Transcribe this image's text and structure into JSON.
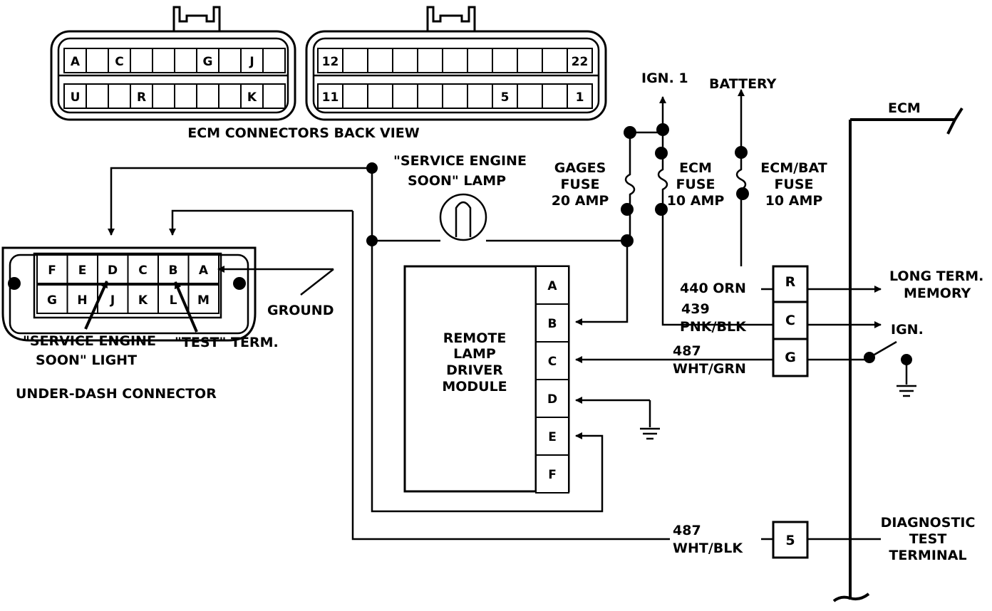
{
  "ecm_connectors": {
    "title": "ECM CONNECTORS BACK VIEW",
    "left": {
      "top_row": [
        "A",
        "",
        "C",
        "",
        "",
        "",
        "G",
        "",
        "J",
        ""
      ],
      "bottom_row": [
        "U",
        "",
        "",
        "R",
        "",
        "",
        "",
        "",
        "K",
        ""
      ]
    },
    "right": {
      "top_row": [
        "12",
        "",
        "",
        "",
        "",
        "",
        "",
        "",
        "",
        "",
        "22"
      ],
      "bottom_row": [
        "11",
        "",
        "",
        "",
        "",
        "",
        "",
        "5",
        "",
        "",
        "1"
      ]
    }
  },
  "under_dash": {
    "title": "UNDER-DASH CONNECTOR",
    "top_pins": [
      "F",
      "E",
      "D",
      "C",
      "B",
      "A"
    ],
    "bottom_pins": [
      "G",
      "H",
      "J",
      "K",
      "L",
      "M"
    ],
    "label_sel_1": "\"SERVICE ENGINE",
    "label_sel_2": "SOON\" LIGHT",
    "label_test": "\"TEST\" TERM.",
    "label_ground": "GROUND"
  },
  "lamp": {
    "label_1": "\"SERVICE ENGINE",
    "label_2": "SOON\" LAMP"
  },
  "module": {
    "label": [
      "REMOTE",
      "LAMP",
      "DRIVER",
      "MODULE"
    ],
    "pins": [
      "A",
      "B",
      "C",
      "D",
      "E",
      "F"
    ]
  },
  "fuses": {
    "gages": [
      "GAGES",
      "FUSE",
      "20 AMP"
    ],
    "ecm": [
      "ECM",
      "FUSE",
      "10 AMP"
    ],
    "ecm_bat": [
      "ECM/BAT",
      "FUSE",
      "10 AMP"
    ],
    "ign1": "IGN. 1",
    "battery": "BATTERY"
  },
  "ecm_side": {
    "ecm_label": "ECM",
    "pins": [
      "R",
      "C",
      "G"
    ],
    "wire_440": "440 ORN",
    "wire_439_num": "439",
    "wire_439_color": "PNK/BLK",
    "wire_487g_num": "487",
    "wire_487g_color": "WHT/GRN",
    "long_term_1": "LONG TERM.",
    "long_term_2": "MEMORY",
    "ign": "IGN.",
    "pin_5": "5",
    "wire_487b_num": "487",
    "wire_487b_color": "WHT/BLK",
    "diag_1": "DIAGNOSTIC",
    "diag_2": "TEST",
    "diag_3": "TERMINAL"
  }
}
